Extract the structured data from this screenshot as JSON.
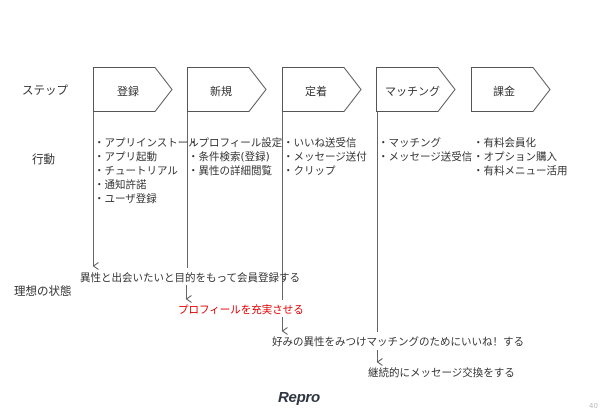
{
  "row_labels": {
    "steps": "ステップ",
    "actions": "行動",
    "ideal_state": "理想の状態"
  },
  "steps": [
    {
      "label": "登録",
      "actions": [
        "・アプリインストール",
        "・アプリ起動",
        "・チュートリアル",
        "・通知許諾",
        "・ユーザ登録"
      ]
    },
    {
      "label": "新規",
      "actions": [
        "・プロフィール設定",
        "・条件検索(登録)",
        "・異性の詳細閲覧"
      ]
    },
    {
      "label": "定着",
      "actions": [
        "・いいね送受信",
        "・メッセージ送付",
        "・クリップ"
      ]
    },
    {
      "label": "マッチング",
      "actions": [
        "・マッチング",
        "・メッセージ送受信"
      ]
    },
    {
      "label": "課金",
      "actions": [
        "・有料会員化",
        "・オプション購入",
        "・有料メニュー活用"
      ]
    }
  ],
  "ideal_states": [
    {
      "text": "異性と出会いたいと目的をもって会員登録する"
    },
    {
      "text": "プロフィールを充実させる",
      "highlight": true
    },
    {
      "text": "好みの異性をみつけマッチングのためにいいね！する"
    },
    {
      "text": "継続的にメッセージ交換をする"
    }
  ],
  "colors": {
    "highlight": "#e00000",
    "line": "#555555"
  },
  "footer": {
    "logo": "Repro",
    "page_number": "40"
  }
}
